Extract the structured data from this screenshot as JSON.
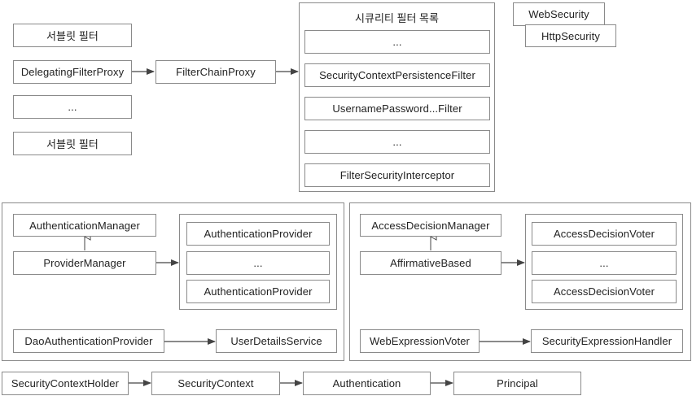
{
  "servlet_filters": {
    "top": "서블릿 필터",
    "delegating": "DelegatingFilterProxy",
    "ellipsis": "...",
    "bottom": "서블릿 필터"
  },
  "filter_chain_proxy": "FilterChainProxy",
  "security_filters": {
    "title": "시큐리티 필터 목록",
    "items": [
      "...",
      "SecurityContextPersistenceFilter",
      "UsernamePassword...Filter",
      "...",
      "FilterSecurityInterceptor"
    ]
  },
  "config": {
    "web_security": "WebSecurity",
    "http_security": "HttpSecurity"
  },
  "authentication": {
    "manager": "AuthenticationManager",
    "provider_manager": "ProviderManager",
    "providers": [
      "AuthenticationProvider",
      "...",
      "AuthenticationProvider"
    ],
    "dao_provider": "DaoAuthenticationProvider",
    "user_details_service": "UserDetailsService"
  },
  "authorization": {
    "manager": "AccessDecisionManager",
    "affirmative": "AffirmativeBased",
    "voters": [
      "AccessDecisionVoter",
      "...",
      "AccessDecisionVoter"
    ],
    "web_expression_voter": "WebExpressionVoter",
    "expression_handler": "SecurityExpressionHandler"
  },
  "context_chain": [
    "SecurityContextHolder",
    "SecurityContext",
    "Authentication",
    "Principal"
  ],
  "colors": {
    "border": "#8a8a8a",
    "arrow": "#444444"
  }
}
